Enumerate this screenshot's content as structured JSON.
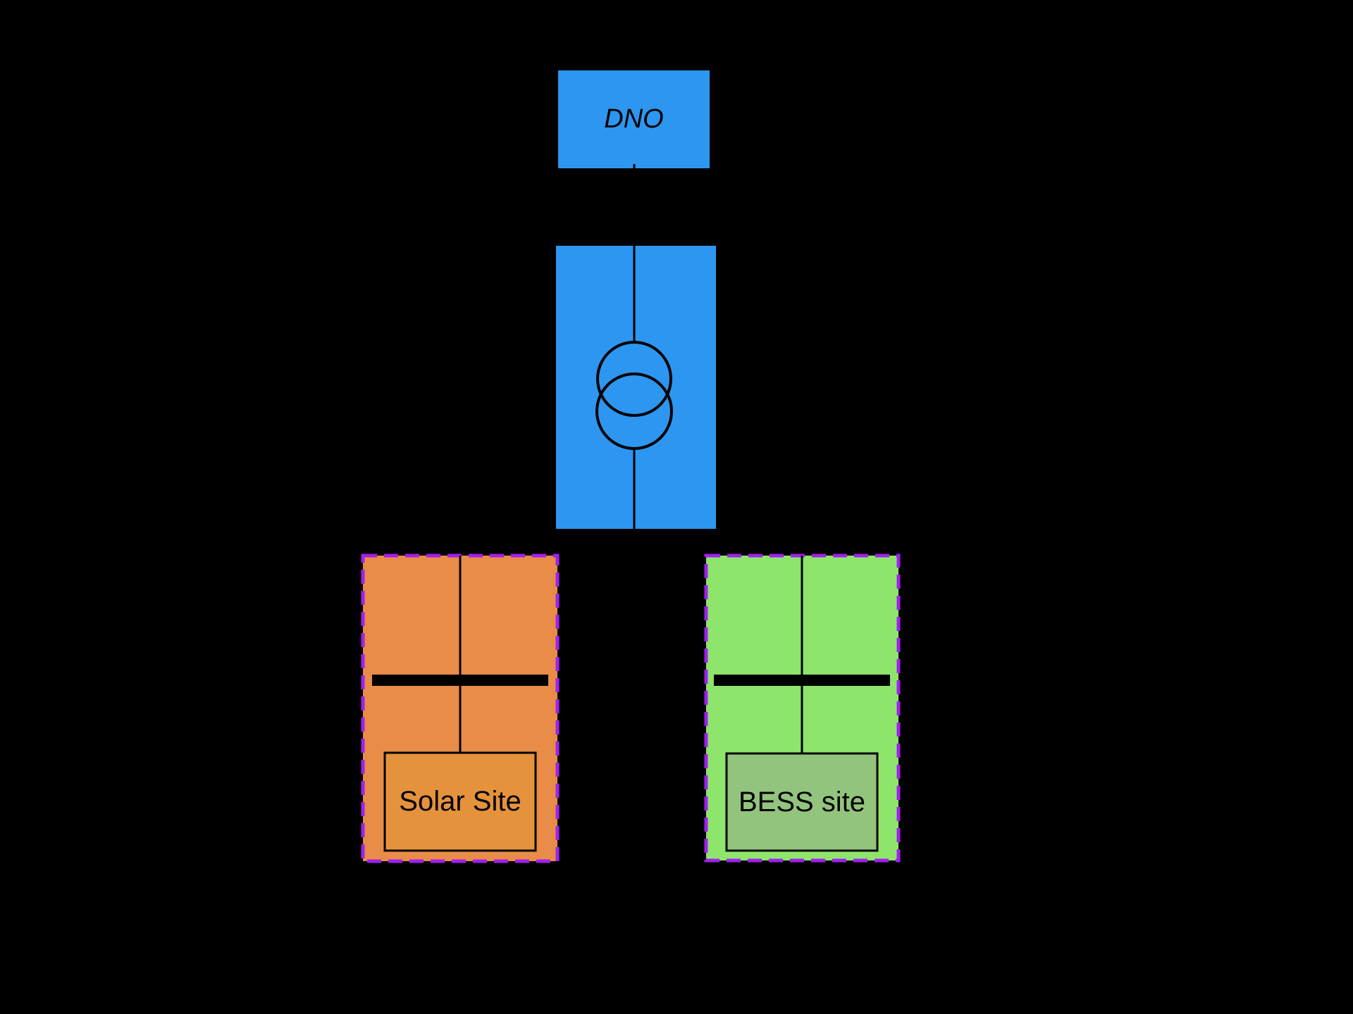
{
  "colors": {
    "background": "#000000",
    "blue": "#2D96F0",
    "orange": "#E88C48",
    "orange_inner": "#E5923C",
    "green": "#8EE56C",
    "green_inner": "#93C47D",
    "purple": "#A020F0",
    "line": "#000000"
  },
  "nodes": {
    "dno": {
      "label": "DNO"
    },
    "transformer": {
      "icon": "transformer-two-winding-symbol"
    },
    "solar": {
      "label": "Solar Site"
    },
    "bess": {
      "label": "BESS site"
    }
  }
}
